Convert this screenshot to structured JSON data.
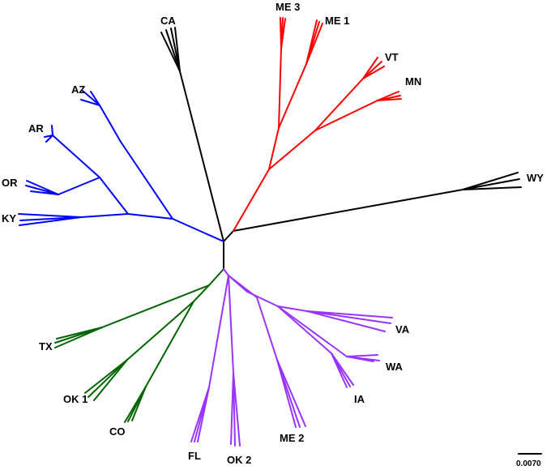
{
  "tree": {
    "clade_colors": {
      "black": "#000000",
      "red": "#ff0000",
      "blue": "#0000ff",
      "green": "#006400",
      "purple": "#9933ff"
    },
    "leaves": [
      {
        "id": "CA",
        "label": "CA",
        "clade": "black"
      },
      {
        "id": "ME3",
        "label": "ME 3",
        "clade": "red"
      },
      {
        "id": "ME1",
        "label": "ME 1",
        "clade": "red"
      },
      {
        "id": "VT",
        "label": "VT",
        "clade": "red"
      },
      {
        "id": "MN",
        "label": "MN",
        "clade": "red"
      },
      {
        "id": "WY",
        "label": "WY",
        "clade": "black"
      },
      {
        "id": "AZ",
        "label": "AZ",
        "clade": "blue"
      },
      {
        "id": "AR",
        "label": "AR",
        "clade": "blue"
      },
      {
        "id": "OR",
        "label": "OR",
        "clade": "blue"
      },
      {
        "id": "KY",
        "label": "KY",
        "clade": "blue"
      },
      {
        "id": "TX",
        "label": "TX",
        "clade": "green"
      },
      {
        "id": "OK1",
        "label": "OK 1",
        "clade": "green"
      },
      {
        "id": "CO",
        "label": "CO",
        "clade": "green"
      },
      {
        "id": "FL",
        "label": "FL",
        "clade": "purple"
      },
      {
        "id": "OK2",
        "label": "OK 2",
        "clade": "purple"
      },
      {
        "id": "ME2",
        "label": "ME 2",
        "clade": "purple"
      },
      {
        "id": "IA",
        "label": "IA",
        "clade": "purple"
      },
      {
        "id": "WA",
        "label": "WA",
        "clade": "purple"
      },
      {
        "id": "VA",
        "label": "VA",
        "clade": "purple"
      }
    ]
  },
  "scale_bar": {
    "label": "0.0070",
    "value": 0.007
  }
}
